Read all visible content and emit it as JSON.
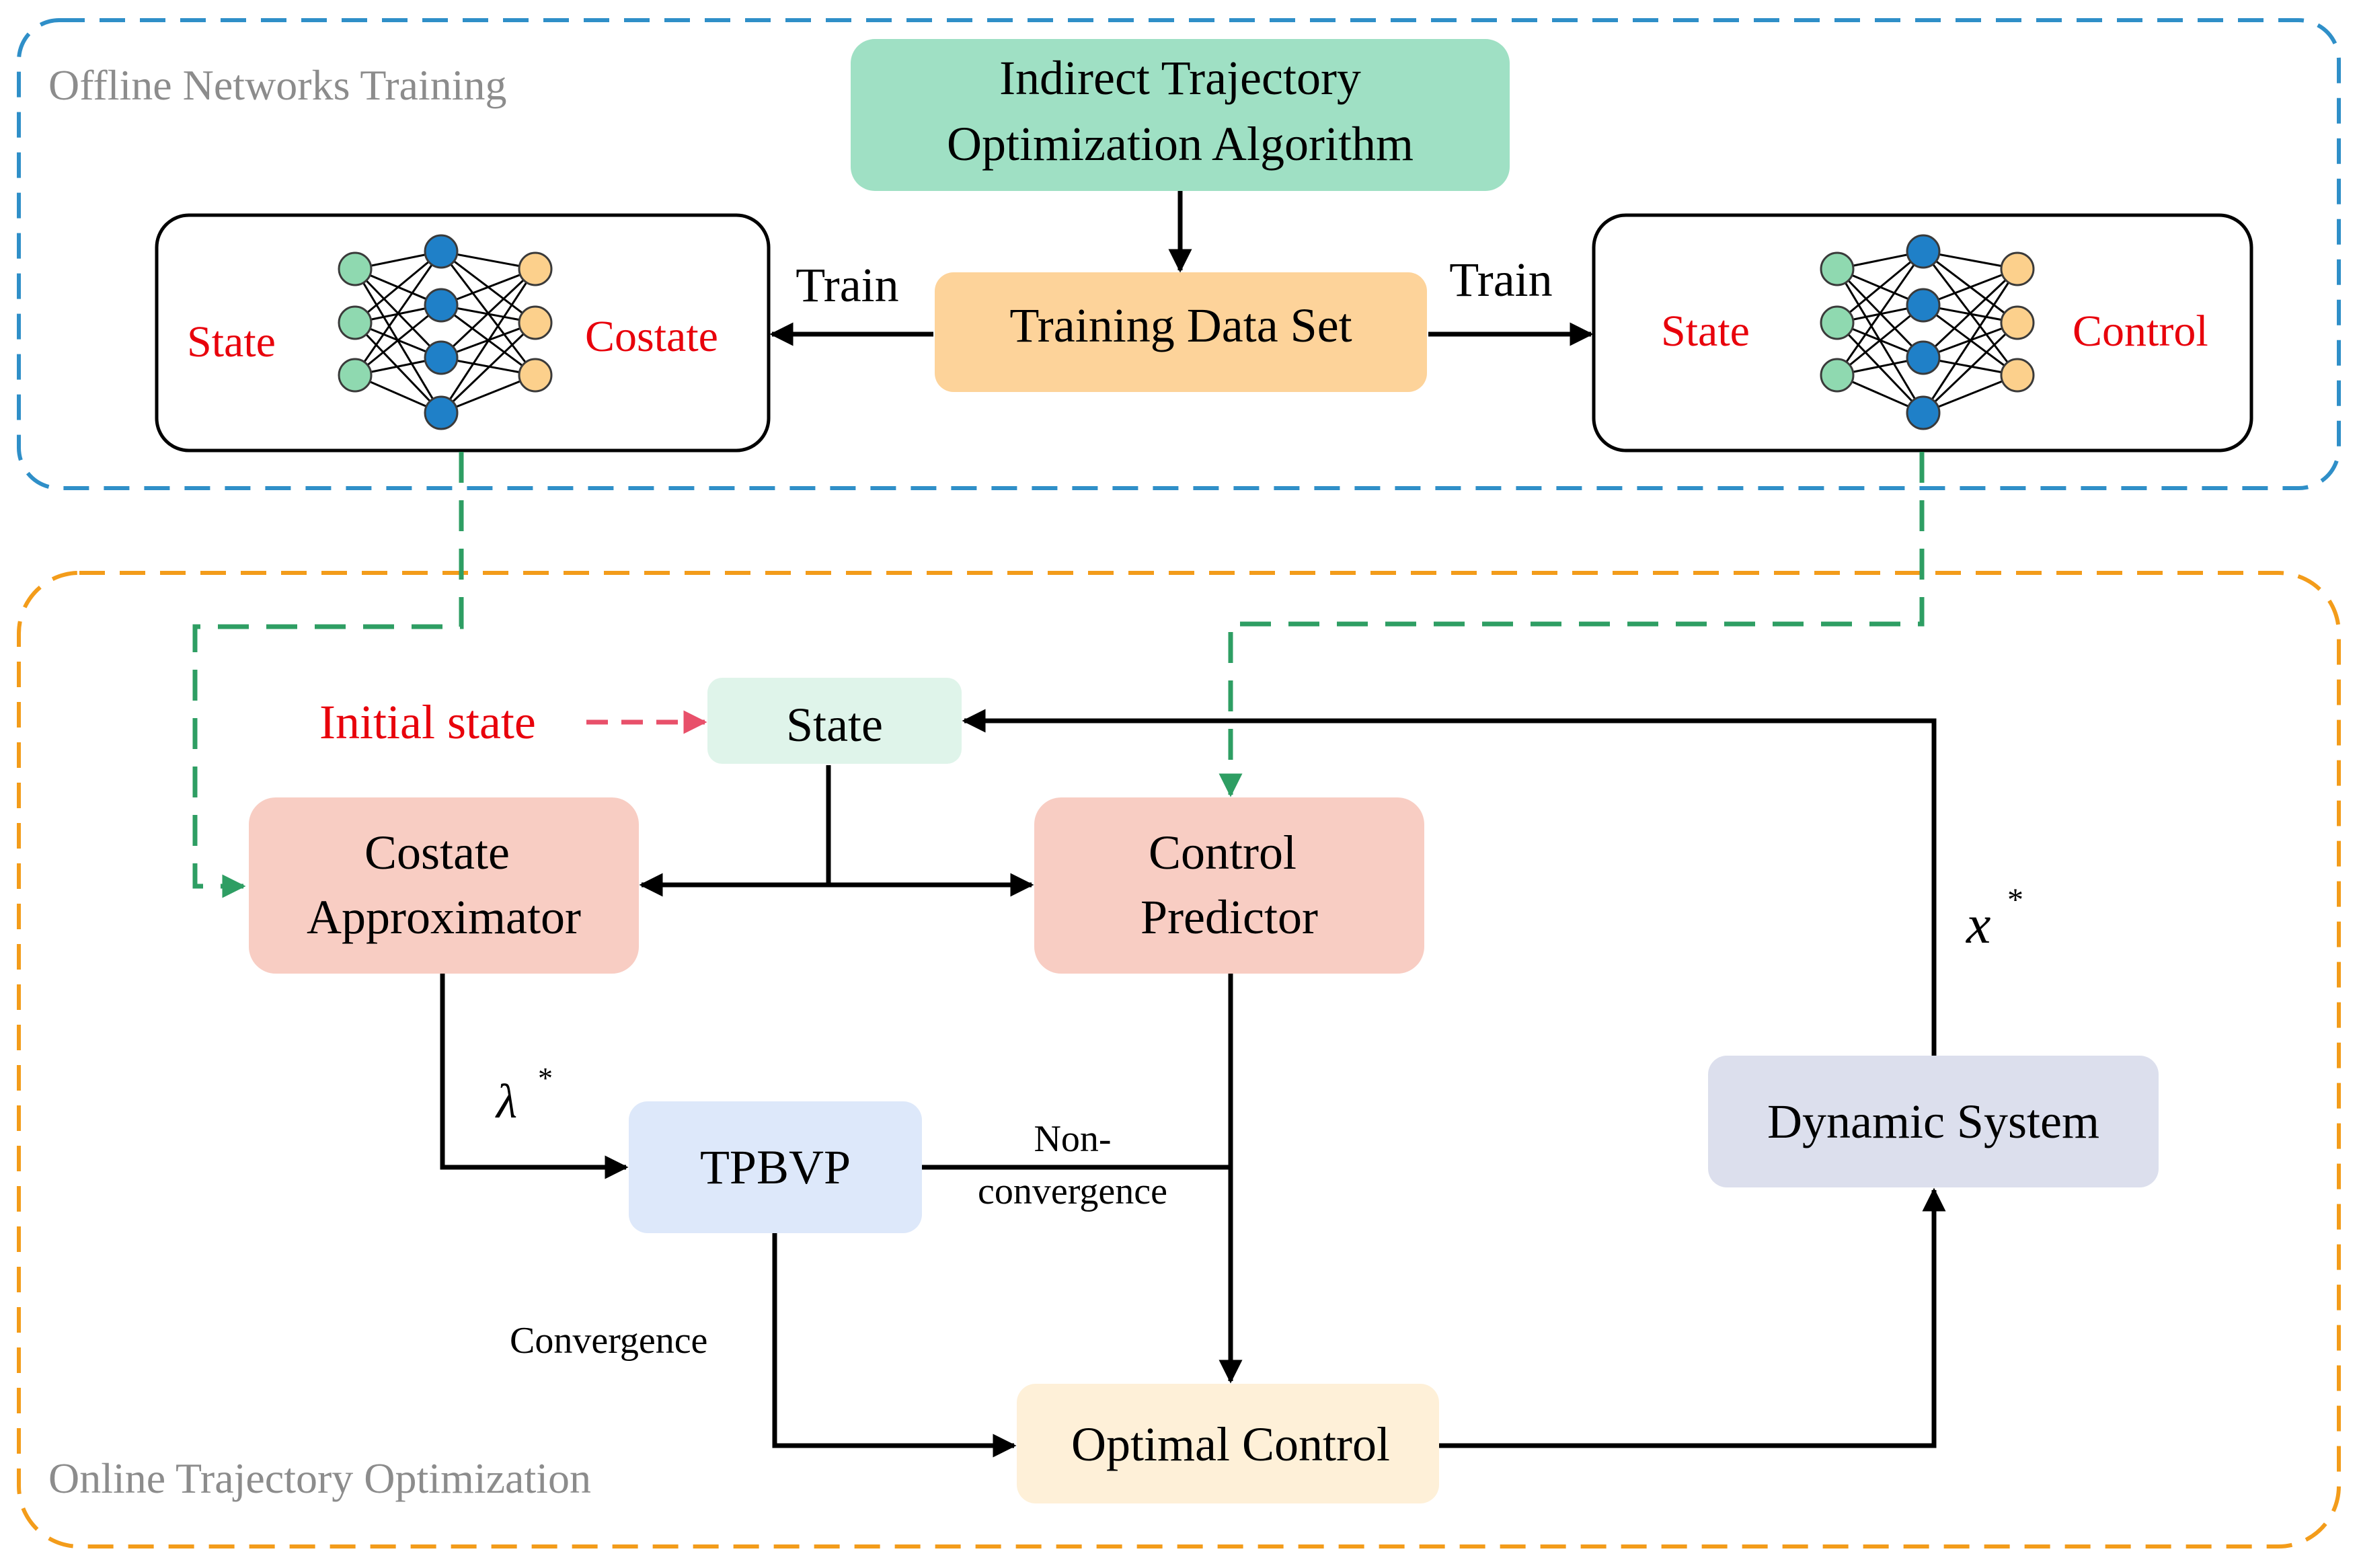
{
  "regions": {
    "offline_label": "Offline Networks Training",
    "online_label": "Online Trajectory Optimization"
  },
  "boxes": {
    "indirect_line1": "Indirect Trajectory",
    "indirect_line2": "Optimization Algorithm",
    "training_data_set": "Training Data Set",
    "state": "State",
    "costate_approx_line1": "Costate",
    "costate_approx_line2": "Approximator",
    "control_predictor_line1": "Control",
    "control_predictor_line2": "Predictor",
    "tpbvp": "TPBVP",
    "dynamic_system": "Dynamic System",
    "optimal_control": "Optimal Control"
  },
  "networks": {
    "left": {
      "input_label": "State",
      "output_label": "Costate"
    },
    "right": {
      "input_label": "State",
      "output_label": "Control"
    }
  },
  "edge_labels": {
    "train_left": "Train",
    "train_right": "Train",
    "initial_state": "Initial state",
    "lambda_star": "λ",
    "x_star": "x",
    "star": "*",
    "non_line1": "Non-",
    "non_line2": "convergence",
    "convergence": "Convergence"
  },
  "colors": {
    "offline_border": "#2f8fc8",
    "online_border": "#f39c1a",
    "indirect_fill": "#9fe0c4",
    "training_fill": "#fdd39a",
    "state_fill": "#dff4ea",
    "predictor_fill": "#f8cdc3",
    "tpbvp_fill": "#dde8fa",
    "dynamic_fill": "#dcdfed",
    "optimal_fill": "#fef0d8",
    "dashed_green": "#2e9e63",
    "initial_arrow": "#e8506a",
    "label_red": "#e8000b",
    "node_green": "#8fd9b0",
    "node_blue": "#1f80c8",
    "node_orange": "#fcd08c"
  }
}
